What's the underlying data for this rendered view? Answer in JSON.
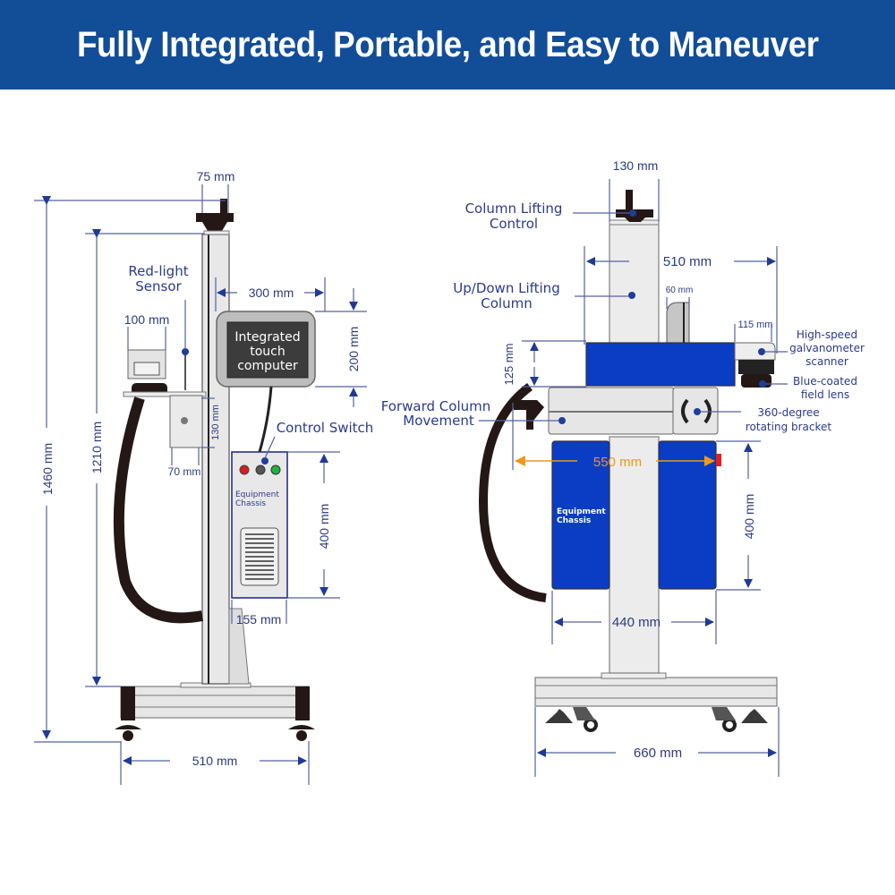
{
  "header": {
    "title": "Fully Integrated, Portable, and Easy to Maneuver"
  },
  "colors": {
    "banner": "#124d98",
    "label": "#2a3a8c",
    "chassis_blue": "#0b3cc4",
    "width_arrow_orange": "#f0961e"
  },
  "left_view": {
    "labels": {
      "red_light_sensor_1": "Red-light",
      "red_light_sensor_2": "Sensor",
      "touch_computer_1": "Integrated",
      "touch_computer_2": "touch",
      "touch_computer_3": "computer",
      "control_switch": "Control Switch",
      "chassis_1": "Equipment",
      "chassis_2": "Chassis"
    },
    "dimensions": {
      "column_width": "75 mm",
      "total_height": "1460 mm",
      "column_height": "1210 mm",
      "computer_width": "300 mm",
      "computer_height": "200 mm",
      "head_width": "100 mm",
      "bracket_height": "130 mm",
      "bracket_width": "70 mm",
      "chassis_height": "400 mm",
      "chassis_depth": "155 mm",
      "base_width": "510 mm"
    },
    "switch_lights": [
      "red",
      "gray",
      "green"
    ]
  },
  "right_view": {
    "labels": {
      "column_lifting_control_1": "Column Lifting",
      "column_lifting_control_2": "Control",
      "updown_column_1": "Up/Down Lifting",
      "updown_column_2": "Column",
      "forward_movement_1": "Forward Column",
      "forward_movement_2": "Movement",
      "galvo_1": "High-speed",
      "galvo_2": "galvanometer",
      "galvo_3": "scanner",
      "lens_1": "Blue-coated",
      "lens_2": "field lens",
      "bracket_1": "360-degree",
      "bracket_2": "rotating bracket",
      "chassis_1": "Equipment",
      "chassis_2": "Chassis"
    },
    "dimensions": {
      "column_width": "130 mm",
      "arm_reach": "510 mm",
      "plate_width": "60 mm",
      "galvo_width": "115 mm",
      "laser_height": "125 mm",
      "overall_width": "550 mm",
      "chassis_height": "400 mm",
      "chassis_width": "440 mm",
      "base_width": "660 mm"
    }
  }
}
